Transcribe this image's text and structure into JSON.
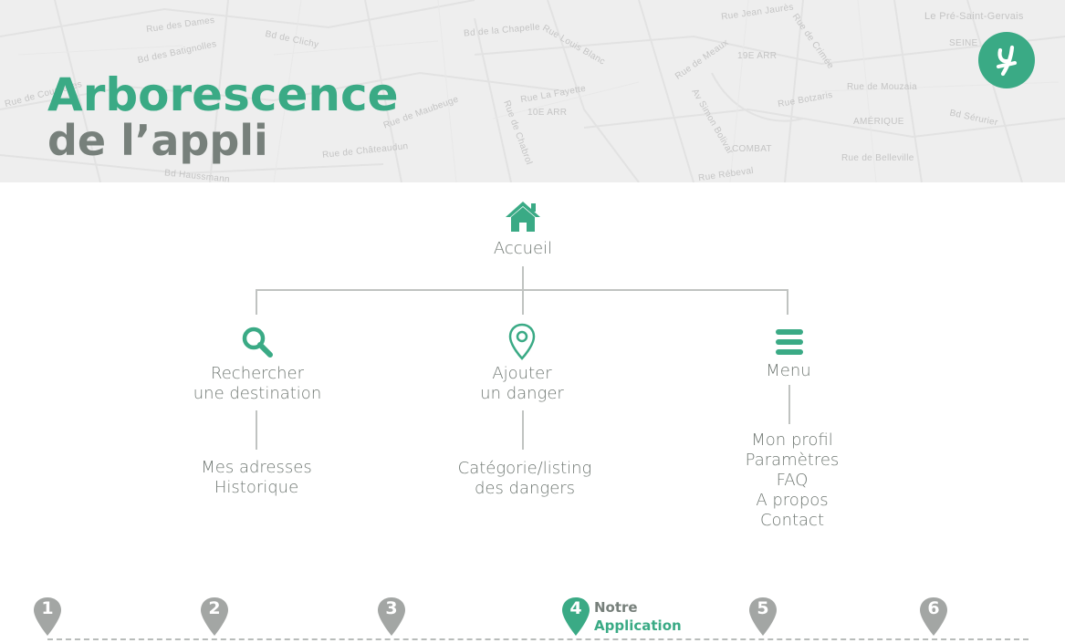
{
  "header": {
    "title_line1": "Arborescence",
    "title_line2": "de l’appli",
    "logo_icon": "app-logo",
    "map_labels": [
      "Le Pré-Saint-Gervais",
      "Bd des Batignolles",
      "Rue des Dames",
      "Bd de Clichy",
      "Rue de Courcelles",
      "Bd de la Chapelle",
      "Rue Louis Blanc",
      "Rue de Meaux",
      "19E ARR",
      "Rue de Mouzaia",
      "10E ARR",
      "Rue La Fayette",
      "Rue de Maubeuge",
      "Rue Botzaris",
      "AMÉRIQUE",
      "Bd Sérurier",
      "Rue de Châteaudun",
      "Av Simon Bolivar",
      "COMBAT",
      "Rue de Belleville",
      "Bd Haussmann",
      "Rue Rébeval",
      "Rue de Chabrol",
      "Rue Jean Jaurès",
      "Rue de Crimée",
      "SEINE"
    ]
  },
  "tree": {
    "root": {
      "icon": "home-icon",
      "label": "Accueil"
    },
    "branches": [
      {
        "icon": "search-icon",
        "label_lines": [
          "Rechercher",
          "une destination"
        ],
        "children": [
          "Mes adresses",
          "Historique"
        ]
      },
      {
        "icon": "map-pin-icon",
        "label_lines": [
          "Ajouter",
          "un danger"
        ],
        "children": [
          "Catégorie/listing",
          "des dangers"
        ]
      },
      {
        "icon": "hamburger-menu-icon",
        "label_lines": [
          "Menu"
        ],
        "children": [
          "Mon profil",
          "Paramètres",
          "FAQ",
          "A propos",
          "Contact"
        ]
      }
    ]
  },
  "timeline": {
    "steps": [
      {
        "number": "1",
        "active": false
      },
      {
        "number": "2",
        "active": false
      },
      {
        "number": "3",
        "active": false
      },
      {
        "number": "4",
        "active": true,
        "label_line1": "Notre",
        "label_line2": "Application"
      },
      {
        "number": "5",
        "active": false
      },
      {
        "number": "6",
        "active": false
      }
    ]
  },
  "colors": {
    "accent": "#3aaa85",
    "title_grey": "#77807b",
    "text_grey": "#6f7772",
    "line_grey": "#c0c3c1",
    "pin_grey": "#a3a6a4",
    "map_background": "#eeeeee"
  }
}
